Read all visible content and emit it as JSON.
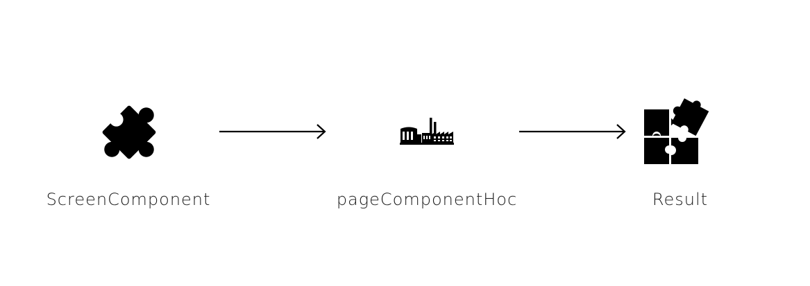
{
  "diagram": {
    "nodes": [
      {
        "id": "screen-component",
        "label": "ScreenComponent",
        "icon": "puzzle-piece-icon"
      },
      {
        "id": "page-component-hoc",
        "label": "pageComponentHoc",
        "icon": "factory-icon"
      },
      {
        "id": "result",
        "label": "Result",
        "icon": "assembled-puzzle-icon"
      }
    ],
    "edges": [
      {
        "from": "screen-component",
        "to": "page-component-hoc"
      },
      {
        "from": "page-component-hoc",
        "to": "result"
      }
    ],
    "colors": {
      "foreground": "#000000",
      "label": "#1a1a1a",
      "background": "#ffffff"
    }
  }
}
